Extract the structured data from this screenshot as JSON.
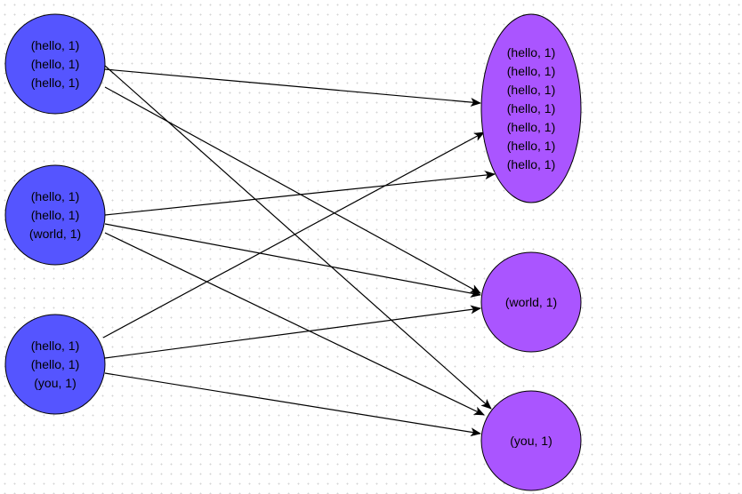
{
  "colors": {
    "source_fill": "#5555ff",
    "target_fill": "#aa55ff",
    "stroke": "#000000",
    "edge": "#000000"
  },
  "sources": [
    {
      "id": "source-1",
      "lines": [
        "(hello, 1)",
        "(hello, 1)",
        "(hello, 1)"
      ]
    },
    {
      "id": "source-2",
      "lines": [
        "(hello, 1)",
        "(hello, 1)",
        "(world, 1)"
      ]
    },
    {
      "id": "source-3",
      "lines": [
        "(hello, 1)",
        "(hello, 1)",
        "(you, 1)"
      ]
    }
  ],
  "targets": [
    {
      "id": "target-hello",
      "lines": [
        "(hello, 1)",
        "(hello, 1)",
        "(hello, 1)",
        "(hello, 1)",
        "(hello, 1)",
        "(hello, 1)",
        "(hello, 1)"
      ]
    },
    {
      "id": "target-world",
      "lines": [
        "(world, 1)"
      ]
    },
    {
      "id": "target-you",
      "lines": [
        "(you, 1)"
      ]
    }
  ],
  "edges": [
    {
      "from": "source-1",
      "to": "target-hello"
    },
    {
      "from": "source-1",
      "to": "target-world"
    },
    {
      "from": "source-1",
      "to": "target-you"
    },
    {
      "from": "source-2",
      "to": "target-hello"
    },
    {
      "from": "source-2",
      "to": "target-world"
    },
    {
      "from": "source-2",
      "to": "target-you"
    },
    {
      "from": "source-3",
      "to": "target-hello"
    },
    {
      "from": "source-3",
      "to": "target-world"
    },
    {
      "from": "source-3",
      "to": "target-you"
    }
  ]
}
